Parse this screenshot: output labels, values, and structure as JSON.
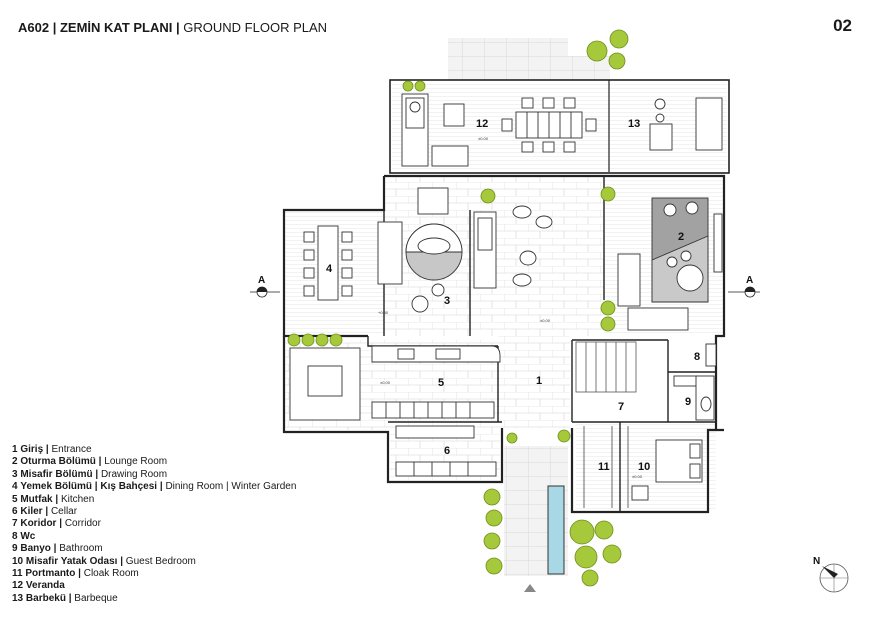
{
  "title": {
    "code": "A602",
    "name_tr": "ZEMİN KAT PLANI",
    "name_en": "GROUND FLOOR PLAN",
    "separator": "|"
  },
  "page_number": "02",
  "section_marks": {
    "left": "A",
    "right": "A"
  },
  "north_label": "N",
  "level_labels": [
    "±0.00",
    "±0.00",
    "+0.30",
    "±0.00",
    "±0.00"
  ],
  "rooms": [
    {
      "num": "1",
      "tr": "Giriş",
      "en": "Entrance"
    },
    {
      "num": "2",
      "tr": "Oturma Bölümü",
      "en": "Lounge Room"
    },
    {
      "num": "3",
      "tr": "Misafir Bölümü",
      "en": "Drawing Room"
    },
    {
      "num": "4",
      "tr": "Yemek Bölümü | Kış Bahçesi",
      "en": "Dining Room | Winter Garden"
    },
    {
      "num": "5",
      "tr": "Mutfak",
      "en": "Kitchen"
    },
    {
      "num": "6",
      "tr": "Kiler",
      "en": "Cellar"
    },
    {
      "num": "7",
      "tr": "Koridor",
      "en": "Corridor"
    },
    {
      "num": "8",
      "tr": "Wc",
      "en": ""
    },
    {
      "num": "9",
      "tr": "Banyo",
      "en": "Bathroom"
    },
    {
      "num": "10",
      "tr": "Misafir Yatak Odası",
      "en": "Guest Bedroom"
    },
    {
      "num": "11",
      "tr": "Portmanto",
      "en": "Cloak Room"
    },
    {
      "num": "12",
      "tr": "Veranda",
      "en": ""
    },
    {
      "num": "13",
      "tr": "Barbekü",
      "en": "Barbeque"
    }
  ],
  "colors": {
    "wall": "#222222",
    "tile_line": "#d2d2d2",
    "shrub": "#a5c93a",
    "pool": "#a8d8e6",
    "lounge_rug": "#9e9e9e"
  }
}
